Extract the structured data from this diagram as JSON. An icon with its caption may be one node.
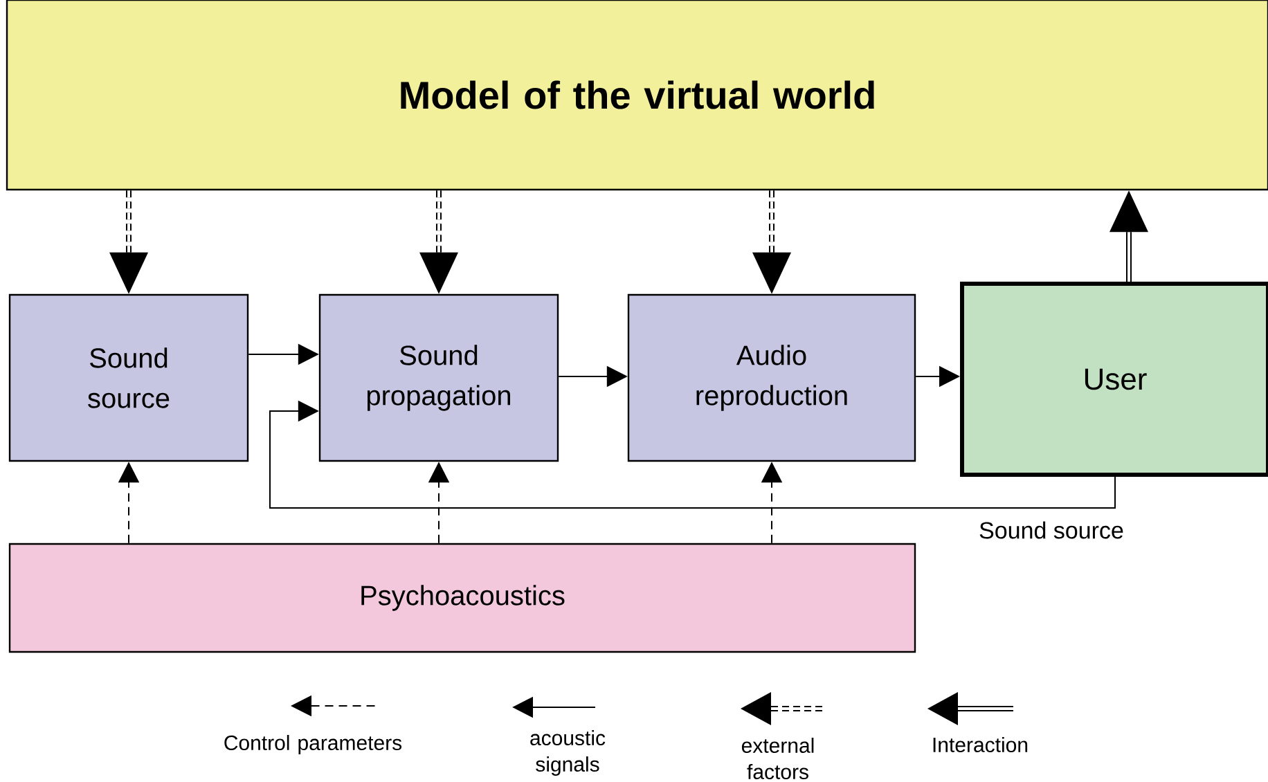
{
  "diagram": {
    "nodes": [
      {
        "text": [
          "Model of the virtual world"
        ]
      },
      {
        "text": [
          "Sound source"
        ]
      },
      {
        "text": [
          "Sound propagation"
        ]
      },
      {
        "text": [
          "Audio reproduction"
        ]
      },
      {
        "text": [
          "User"
        ]
      },
      {
        "text": [
          "Psychoacoustics"
        ]
      }
    ],
    "edges": [
      {
        "from": 0,
        "to": 1,
        "arrow": "to",
        "style": "dashed"
      },
      {
        "from": 0,
        "to": 2,
        "arrow": "to",
        "style": "dashed"
      },
      {
        "from": 0,
        "to": 3,
        "arrow": "to",
        "style": "dashed"
      },
      {
        "from": 1,
        "to": 2,
        "arrow": "to"
      },
      {
        "from": 2,
        "to": 3,
        "arrow": "to"
      },
      {
        "from": 3,
        "to": 4,
        "arrow": "to"
      },
      {
        "from": 4,
        "to": 2,
        "arrow": "to",
        "label": "Sound source"
      },
      {
        "from": 5,
        "to": 1,
        "arrow": "to",
        "style": "dashed"
      },
      {
        "from": 5,
        "to": 2,
        "arrow": "to",
        "style": "dashed"
      },
      {
        "from": 5,
        "to": 3,
        "arrow": "to",
        "style": "dashed"
      },
      {
        "from": 4,
        "to": 0,
        "arrow": "to",
        "style": "thick"
      }
    ],
    "legend": [
      {
        "text": "Control parameters"
      },
      {
        "text": "acoustic signals"
      },
      {
        "text": "external factors"
      },
      {
        "text": "Interaction"
      }
    ]
  }
}
